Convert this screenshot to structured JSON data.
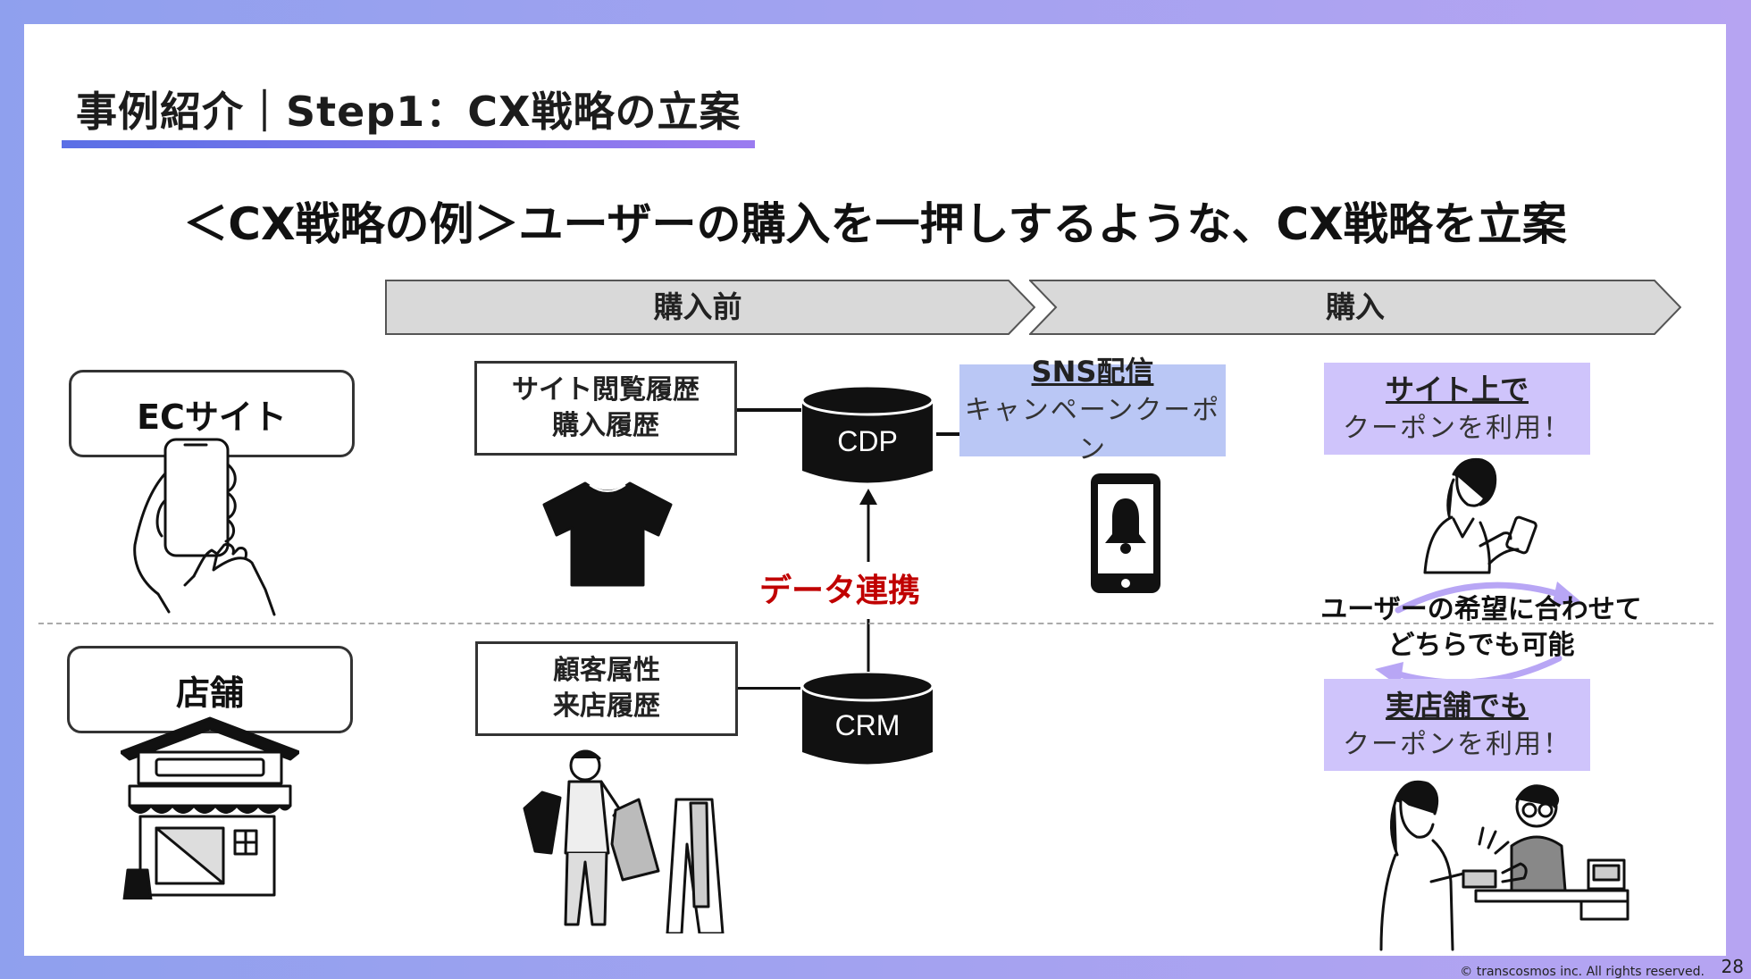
{
  "slide": {
    "title": "事例紹介｜Step1：CX戦略の立案",
    "subtitle": "＜CX戦略の例＞ユーザーの購入を一押しするような、CX戦略を立案"
  },
  "phases": [
    {
      "label": "購入前"
    },
    {
      "label": "購入"
    }
  ],
  "channels": {
    "ec": "ECサイト",
    "store": "店舗"
  },
  "data_sources": {
    "ec_lines": [
      "サイト閲覧履歴",
      "購入履歴"
    ],
    "store_lines": [
      "顧客属性",
      "来店履歴"
    ]
  },
  "databases": {
    "cdp": "CDP",
    "crm": "CRM"
  },
  "data_link_label": "データ連携",
  "sns_box": {
    "title": "SNS配信",
    "sub": "キャンペーンクーポン"
  },
  "online_box": {
    "title": "サイト上で",
    "sub": "クーポンを利用！"
  },
  "store_box": {
    "title": "実店舗でも",
    "sub": "クーポンを利用！"
  },
  "choice_text": [
    "ユーザーの希望に合わせて",
    "どちらでも可能"
  ],
  "footer": {
    "copyright": "© transcosmos inc. All rights reserved.",
    "page_number": "28"
  },
  "colors": {
    "accent_blue": "#5a6fe6",
    "accent_purple": "#9b7bf0",
    "sns_box": "#bac7f5",
    "use_box": "#cfc4fb",
    "data_link": "#c00000"
  },
  "icons": [
    "smartphone-hand-icon",
    "store-icon",
    "tshirt-icon",
    "shopper-icon",
    "phone-bell-icon",
    "woman-phone-icon",
    "cashier-icon",
    "cycle-arrows-icon"
  ]
}
